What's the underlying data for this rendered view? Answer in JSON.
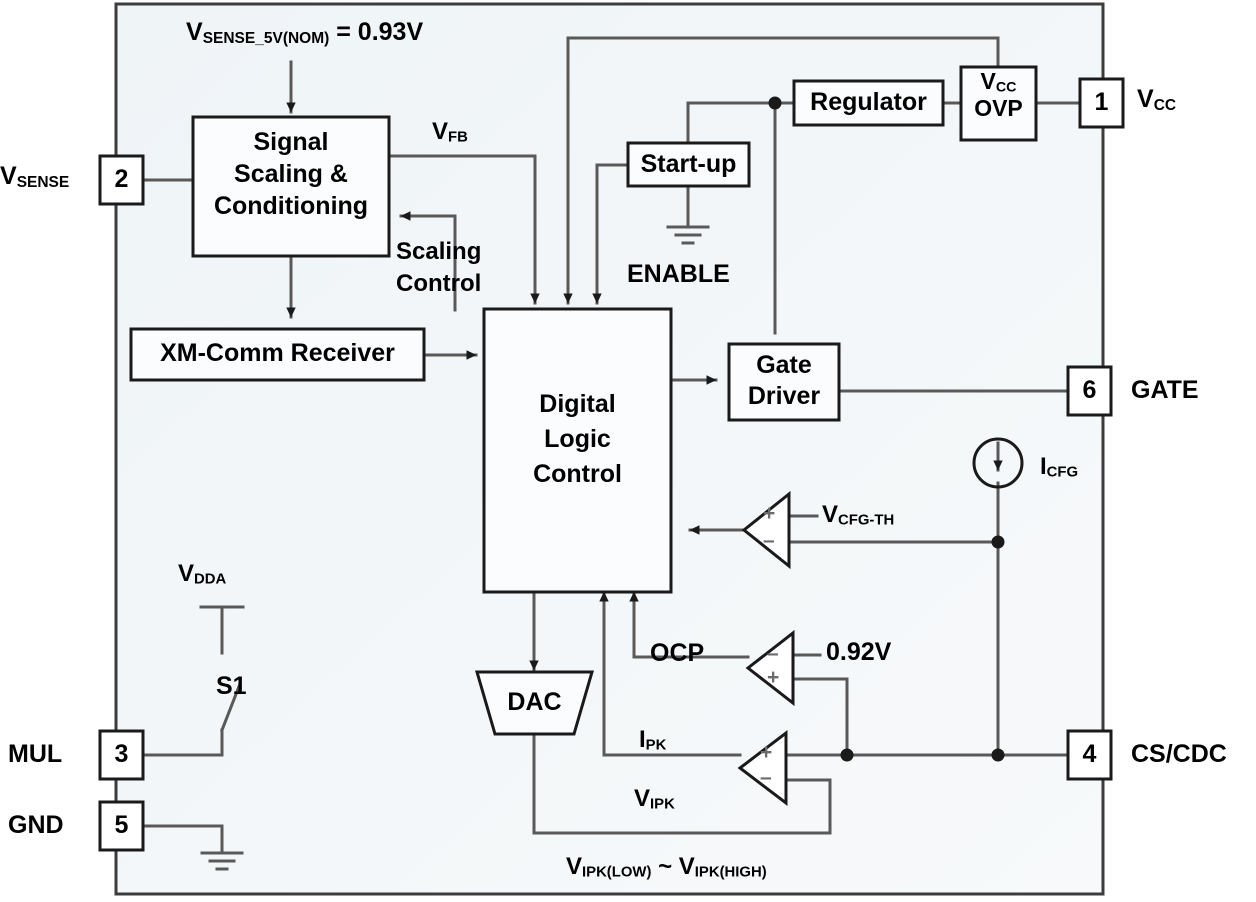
{
  "diagram": {
    "title": "Power controller IC internal block diagram",
    "chip_fill": "#f2f6f8",
    "line_color": "#595959",
    "dark_line_color": "#1a1a1a",
    "box_fill": "#fbfcfd"
  },
  "blocks": {
    "signal_scaling": {
      "line1": "Signal",
      "line2": "Scaling &",
      "line3": "Conditioning"
    },
    "xm_comm": {
      "label": "XM-Comm Receiver"
    },
    "digital_logic": {
      "line1": "Digital",
      "line2": "Logic",
      "line3": "Control"
    },
    "startup": {
      "label": "Start-up"
    },
    "regulator": {
      "label": "Regulator"
    },
    "vcc_ovp": {
      "line1": "V",
      "line1_sub": "CC",
      "line2": "OVP"
    },
    "gate_driver": {
      "line1": "Gate",
      "line2": "Driver"
    },
    "dac": {
      "label": "DAC"
    }
  },
  "pins": [
    {
      "number": "1",
      "name": "V",
      "name_sub": "CC",
      "side": "right"
    },
    {
      "number": "2",
      "name": "V",
      "name_sub": "SENSE",
      "side": "left"
    },
    {
      "number": "3",
      "name": "MUL",
      "name_sub": "",
      "side": "left"
    },
    {
      "number": "4",
      "name": "CS/CDC",
      "name_sub": "",
      "side": "right"
    },
    {
      "number": "5",
      "name": "GND",
      "name_sub": "",
      "side": "left"
    },
    {
      "number": "6",
      "name": "GATE",
      "name_sub": "",
      "side": "right"
    }
  ],
  "annotations": {
    "vsense_nom": {
      "base": "V",
      "sub": "SENSE_5V(NOM)",
      "tail": " = 0.93V"
    },
    "vfb": {
      "base": "V",
      "sub": "FB"
    },
    "scaling_control": {
      "line1": "Scaling",
      "line2": "Control"
    },
    "enable": {
      "label": "ENABLE"
    },
    "vdda": {
      "base": "V",
      "sub": "DDA"
    },
    "switch_s1": {
      "label": "S1"
    },
    "icfg": {
      "base": "I",
      "sub": "CFG"
    },
    "vcfg_th": {
      "base": "V",
      "sub": "CFG-TH"
    },
    "ocp": {
      "label": "OCP"
    },
    "ocp_threshold": {
      "label": "0.92V"
    },
    "ipk": {
      "base": "I",
      "sub": "PK"
    },
    "vipk": {
      "base": "V",
      "sub": "IPK"
    },
    "vipk_range": {
      "base1": "V",
      "sub1": "IPK(LOW)",
      "mid": " ~ ",
      "base2": "V",
      "sub2": "IPK(HIGH)"
    }
  },
  "comparators": [
    {
      "name": "vcfg-comparator",
      "plus": "+",
      "minus": "–"
    },
    {
      "name": "ocp-comparator",
      "plus": "+",
      "minus": "–"
    },
    {
      "name": "ipk-comparator",
      "plus": "+",
      "minus": "–"
    }
  ]
}
